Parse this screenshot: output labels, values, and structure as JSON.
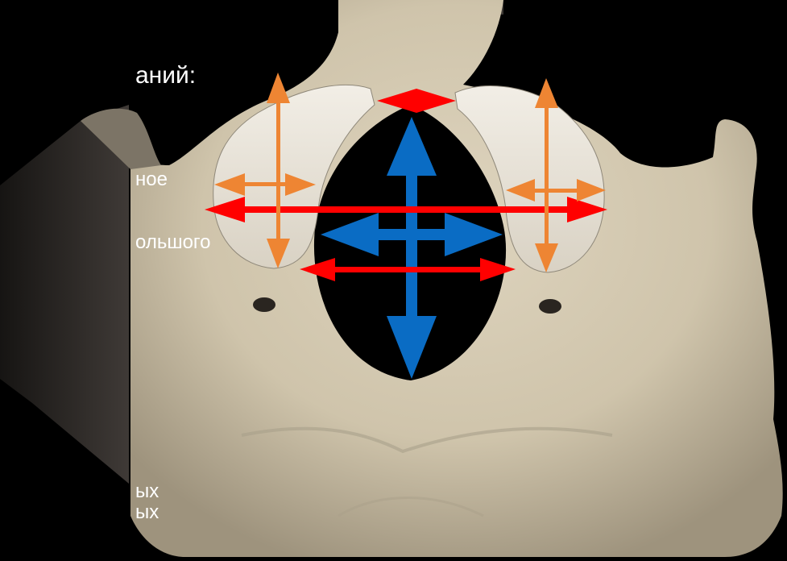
{
  "text_fragments": {
    "line1": "аний:",
    "line2": "ное",
    "line3": "ольшого",
    "line4": "ых",
    "line5": "ых"
  },
  "colors": {
    "background": "#000000",
    "bone": "#d9cfb8",
    "bone_shadow": "#a89d86",
    "cartilage": "#ebe6dc",
    "dark_panel": "#3a3530",
    "arrow_orange": "#ee8533",
    "arrow_red": "#ff0000",
    "arrow_blue": "#0a6cc4"
  }
}
